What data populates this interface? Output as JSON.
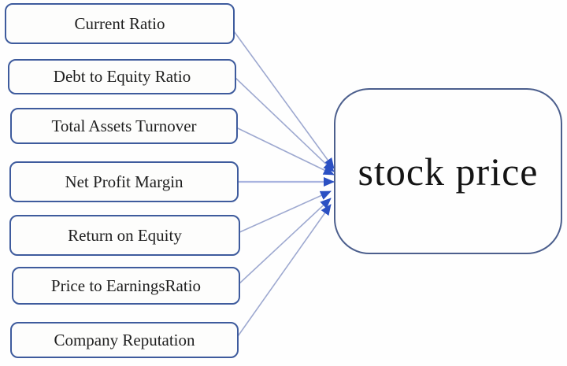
{
  "diagram": {
    "title_hint": "factors influencing stock price",
    "factor_boxes": [
      {
        "label": "Current Ratio"
      },
      {
        "label": "Debt to Equity Ratio"
      },
      {
        "label": "Total Assets Turnover"
      },
      {
        "label": "Net Profit Margin"
      },
      {
        "label": "Return on Equity"
      },
      {
        "label": "Price to EarningsRatio"
      },
      {
        "label": "Company Reputation"
      }
    ],
    "target_box": {
      "label": "stock price"
    },
    "edges": [
      {
        "from": "Current Ratio",
        "to": "stock price",
        "arrow": "filled-triangle"
      },
      {
        "from": "Debt to Equity Ratio",
        "to": "stock price",
        "arrow": "filled-triangle"
      },
      {
        "from": "Total Assets Turnover",
        "to": "stock price",
        "arrow": "filled-triangle"
      },
      {
        "from": "Net Profit Margin",
        "to": "stock price",
        "arrow": "filled-triangle"
      },
      {
        "from": "Return on Equity",
        "to": "stock price",
        "arrow": "filled-triangle"
      },
      {
        "from": "Price to EarningsRatio",
        "to": "stock price",
        "arrow": "filled-triangle"
      },
      {
        "from": "Company Reputation",
        "to": "stock price",
        "arrow": "filled-triangle"
      }
    ],
    "colors": {
      "background": "#fefefe",
      "factor_box_border": "#3e5b9d",
      "target_box_border": "#4c5f8d",
      "edge_line": "#9ea9d0",
      "edge_line_horizontal": "#a9b4e0",
      "arrowhead": "#2b50c3",
      "text": "#1f1f1f"
    }
  }
}
